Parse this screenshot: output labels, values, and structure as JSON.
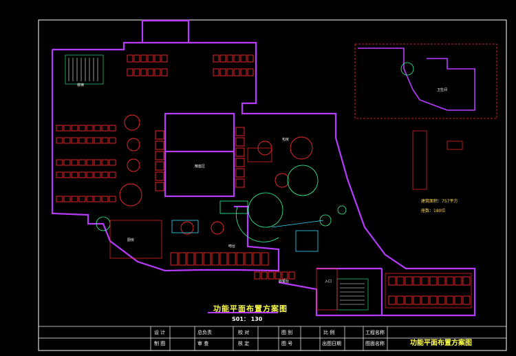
{
  "drawing": {
    "title": "功能平面布置方案图",
    "scale": "S01： 130",
    "area_label": "建筑面积：757平方",
    "seats_label": "座数：180位"
  },
  "title_block": {
    "row1": [
      "设 计",
      "总负责",
      "校 对",
      "图 别",
      "比 例",
      "工程名称"
    ],
    "row2": [
      "制 图",
      "审 查",
      "核 定",
      "图 号",
      "出图日期",
      "图面名称"
    ],
    "sheet_title": "功能平面布置方案图"
  },
  "room_labels": [
    "楼梯",
    "包房",
    "散座区",
    "厨房",
    "卫生间",
    "吧台",
    "入口",
    "收银台"
  ],
  "colors": {
    "wall": "#b83cff",
    "furniture": "#ff3355",
    "chairs": "#ff2a2a",
    "fixtures": "#33ff99",
    "cyan": "#33ddff",
    "yellow": "#ffff4d",
    "white": "#ffffff"
  }
}
